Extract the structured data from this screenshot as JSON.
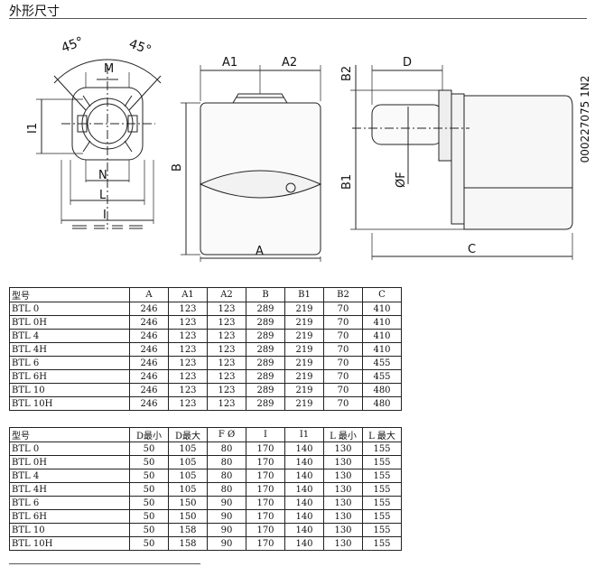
{
  "heading": "外形尺寸",
  "drawing": {
    "code": "000227075 1N2",
    "angle_left": "45°",
    "angle_right": "45°",
    "label_M": "M",
    "label_I1": "I1",
    "label_N": "N",
    "label_L": "L",
    "label_I": "I",
    "label_A1": "A1",
    "label_A2": "A2",
    "label_B": "B",
    "label_A": "A",
    "label_B2": "B2",
    "label_D": "D",
    "label_B1": "B1",
    "label_F": "ØF",
    "label_C": "C"
  },
  "table1": {
    "headers": [
      "型号",
      "A",
      "A1",
      "A2",
      "B",
      "B1",
      "B2",
      "C"
    ],
    "rows": [
      [
        "BTL 0",
        "246",
        "123",
        "123",
        "289",
        "219",
        "70",
        "410"
      ],
      [
        "BTL 0H",
        "246",
        "123",
        "123",
        "289",
        "219",
        "70",
        "410"
      ],
      [
        "BTL 4",
        "246",
        "123",
        "123",
        "289",
        "219",
        "70",
        "410"
      ],
      [
        "BTL 4H",
        "246",
        "123",
        "123",
        "289",
        "219",
        "70",
        "410"
      ],
      [
        "BTL 6",
        "246",
        "123",
        "123",
        "289",
        "219",
        "70",
        "455"
      ],
      [
        "BTL 6H",
        "246",
        "123",
        "123",
        "289",
        "219",
        "70",
        "455"
      ],
      [
        "BTL 10",
        "246",
        "123",
        "123",
        "289",
        "219",
        "70",
        "480"
      ],
      [
        "BTL 10H",
        "246",
        "123",
        "123",
        "289",
        "219",
        "70",
        "480"
      ]
    ]
  },
  "table2": {
    "headers": [
      "型号",
      "D最小",
      "D最大",
      "F Ø",
      "I",
      "I1",
      "L 最小",
      "L 最大"
    ],
    "rows": [
      [
        "BTL 0",
        "50",
        "105",
        "80",
        "170",
        "140",
        "130",
        "155"
      ],
      [
        "BTL 0H",
        "50",
        "105",
        "80",
        "170",
        "140",
        "130",
        "155"
      ],
      [
        "BTL 4",
        "50",
        "105",
        "80",
        "170",
        "140",
        "130",
        "155"
      ],
      [
        "BTL 4H",
        "50",
        "105",
        "80",
        "170",
        "140",
        "130",
        "155"
      ],
      [
        "BTL 6",
        "50",
        "150",
        "90",
        "170",
        "140",
        "130",
        "155"
      ],
      [
        "BTL 6H",
        "50",
        "150",
        "90",
        "170",
        "140",
        "130",
        "155"
      ],
      [
        "BTL 10",
        "50",
        "158",
        "90",
        "170",
        "140",
        "130",
        "155"
      ],
      [
        "BTL 10H",
        "50",
        "158",
        "90",
        "170",
        "140",
        "130",
        "155"
      ]
    ]
  }
}
